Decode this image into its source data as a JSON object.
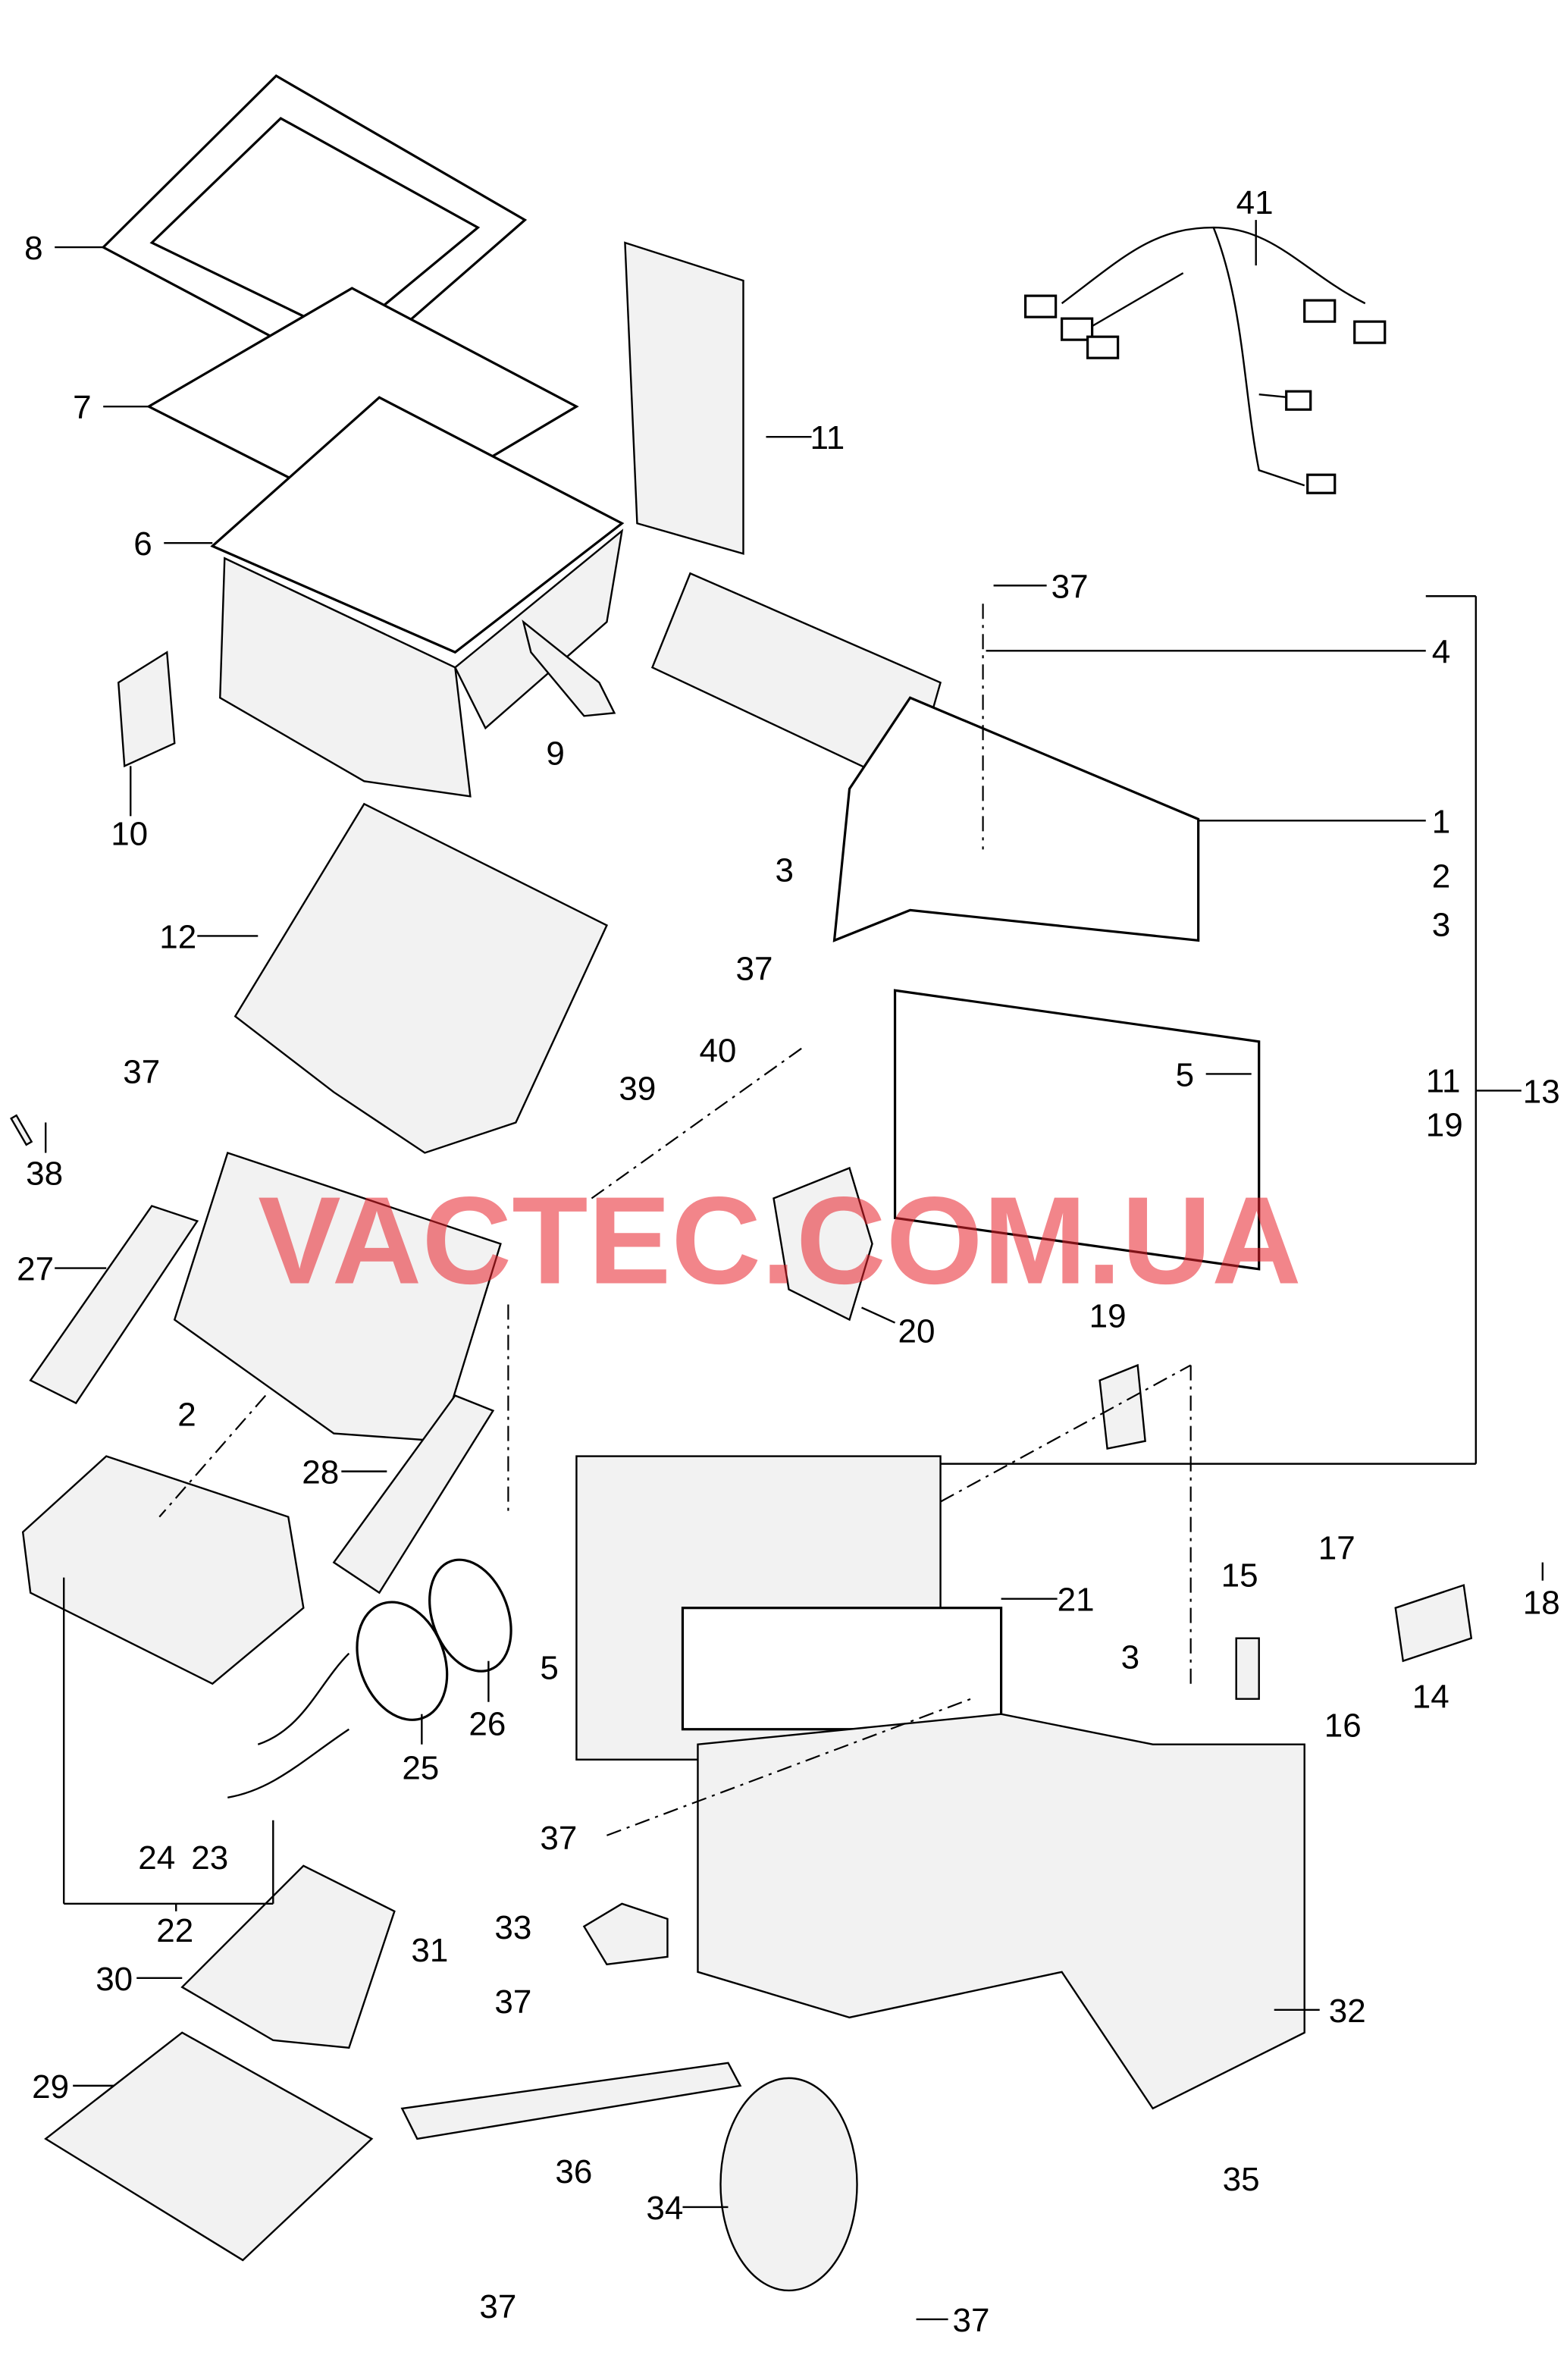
{
  "diagram": {
    "title": "A/C heater unit exploded view",
    "watermark": "VACTEC.COM.UA",
    "watermark_color": "#e8202a",
    "callouts": [
      "41",
      "8",
      "7",
      "11",
      "6",
      "37",
      "4",
      "9",
      "10",
      "1",
      "3",
      "2",
      "3",
      "12",
      "37",
      "40",
      "39",
      "37",
      "5",
      "11",
      "13",
      "19",
      "38",
      "27",
      "20",
      "2",
      "19",
      "28",
      "17",
      "15",
      "21",
      "18",
      "3",
      "5",
      "14",
      "16",
      "26",
      "25",
      "37",
      "24",
      "23",
      "22",
      "33",
      "31",
      "30",
      "37",
      "32",
      "29",
      "36",
      "35",
      "34",
      "37",
      "37"
    ]
  }
}
